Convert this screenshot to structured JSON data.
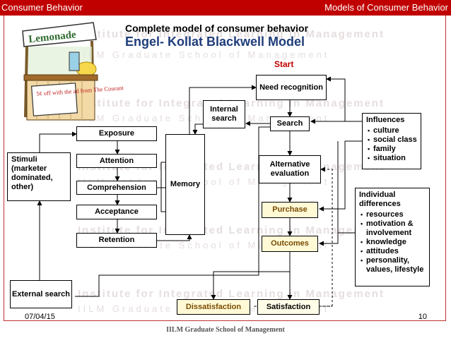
{
  "header": {
    "left": "Consumer Behavior",
    "right": "Models of Consumer Behavior"
  },
  "title": {
    "main": "Complete model of consumer behavior",
    "sub": "Engel- Kollat Blackwell Model"
  },
  "start_label": "Start",
  "watermark": {
    "line1": "Institute for Integrated Learning in Management",
    "line2": "IILM Graduate School of Management"
  },
  "clipart": {
    "sign": "Lemonade",
    "price": "5¢ off with the ad from The Courant"
  },
  "boxes": {
    "need_recognition": "Need recognition",
    "internal_search": "Internal search",
    "search": "Search",
    "exposure": "Exposure",
    "attention": "Attention",
    "comprehension": "Comprehension",
    "acceptance": "Acceptance",
    "retention": "Retention",
    "memory": "Memory",
    "stimuli": "Stimuli (marketer dominated, other)",
    "external_search": "External search",
    "alternative_evaluation": "Alternative evaluation",
    "purchase": "Purchase",
    "outcomes": "Outcomes",
    "dissatisfaction": "Dissatisfaction",
    "satisfaction": "Satisfaction"
  },
  "influences": {
    "title": "Influences",
    "items": [
      "culture",
      "social class",
      "family",
      "situation"
    ]
  },
  "individual_differences": {
    "title": "Individual differences",
    "items": [
      "resources",
      "motivation & involvement",
      "knowledge",
      "attitudes",
      "personality, values, lifestyle"
    ]
  },
  "footer": {
    "date": "07/04/15",
    "page": "10",
    "institute": "IILM Graduate School of Management"
  }
}
